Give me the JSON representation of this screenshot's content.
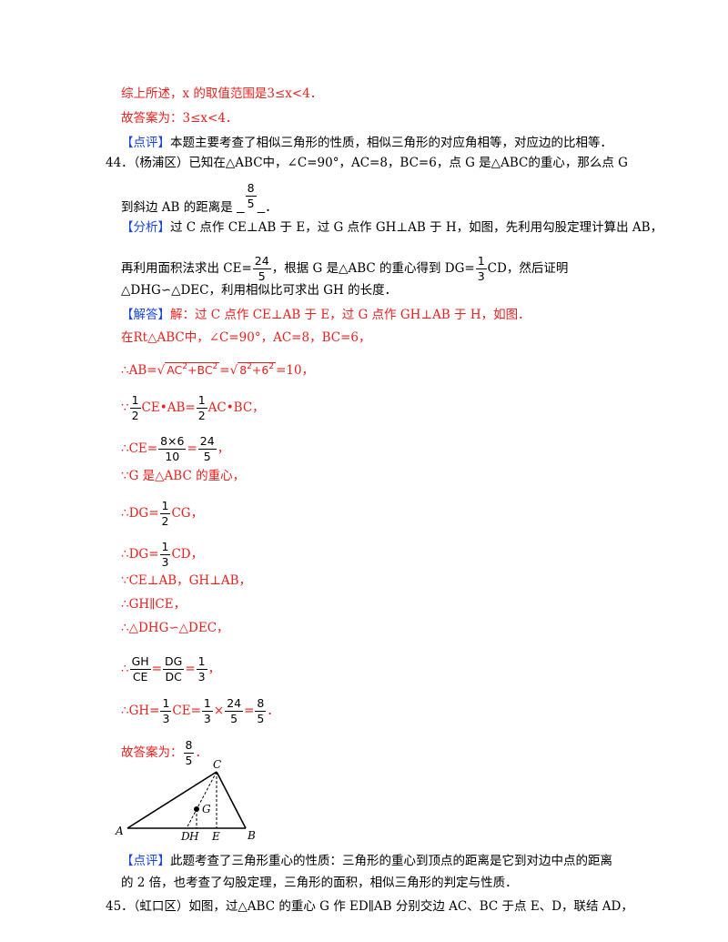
{
  "conclusion": {
    "l1": "综上所述，x 的取值范围是3≤x<4．",
    "l2": "故答案为：3≤x<4．"
  },
  "comment1": {
    "tag": "【点评】",
    "text": "本题主要考查了相似三角形的性质，相似三角形的对应角相等，对应边的比相等．"
  },
  "q44": {
    "line1": "44．（杨浦区）已知在△ABC中，∠C=90°，AC=8，BC=6，点 G 是△ABC的重心，那么点 G",
    "line2_pre": "到斜边 AB 的距离是",
    "answer_num": "8",
    "answer_den": "5",
    "line2_post": "．"
  },
  "analysis": {
    "tag": "【分析】",
    "line1": "过 C 点作 CE⊥AB 于 E，过 G 点作 GH⊥AB 于 H，如图，先利用勾股定理计算出 AB，",
    "line2_a": "再利用面积法求出 CE=",
    "ce_num": "24",
    "ce_den": "5",
    "line2_b": "，根据 G 是△ABC 的重心得到 DG=",
    "dg_num": "1",
    "dg_den": "3",
    "line2_c": "CD，然后证明",
    "line3": "△DHG∽△DEC，利用相似比可求出 GH 的长度．"
  },
  "solution": {
    "tag": "【解答】",
    "line1": "解：过 C 点作 CE⊥AB 于 E，过 G 点作 GH⊥AB 于 H，如图．",
    "line2": "在Rt△ABC中，∠C=90°，AC=8，BC=6，",
    "ab_pre": "∴AB=",
    "ab_rad1": "AC",
    "ab_rad2": "+BC",
    "ab_mid": "=",
    "ab_rad3": "8",
    "ab_rad4": "+6",
    "ab_exp": "2",
    "ab_post": "=10，",
    "area_pre": "∵",
    "half_num": "1",
    "half_den": "2",
    "area_a": "CE•AB=",
    "area_b": "AC•BC，",
    "ce_pre": "∴CE=",
    "ce_num": "8×6",
    "ce_den": "10",
    "ce_eq": "=",
    "ce_rnum": "24",
    "ce_rden": "5",
    "ce_post": "，",
    "centroid": "∵G 是△ABC 的重心，",
    "dg1_pre": "∴DG=",
    "dg1_num": "1",
    "dg1_den": "2",
    "dg1_post": "CG，",
    "dg2_pre": "∴DG=",
    "dg2_num": "1",
    "dg2_den": "3",
    "dg2_post": "CD，",
    "perp": "∵CE⊥AB，GH⊥AB，",
    "parallel": "∴GH∥CE，",
    "similar": "∴△DHG∽△DEC，",
    "ratio_pre": "∴",
    "ratio_n1": "GH",
    "ratio_d1": "CE",
    "ratio_eq1": "=",
    "ratio_n2": "DG",
    "ratio_d2": "DC",
    "ratio_eq2": "=",
    "ratio_n3": "1",
    "ratio_d3": "3",
    "ratio_post": "，",
    "gh_pre": "∴GH=",
    "gh_n1": "1",
    "gh_d1": "3",
    "gh_a": "CE=",
    "gh_n2": "1",
    "gh_d2": "3",
    "gh_times": "×",
    "gh_n3": "24",
    "gh_d3": "5",
    "gh_eq": "=",
    "gh_n4": "8",
    "gh_d4": "5",
    "gh_post": "．",
    "ans_pre": "故答案为：",
    "ans_num": "8",
    "ans_den": "5",
    "ans_post": "．"
  },
  "figure": {
    "labels": {
      "C": "C",
      "G": "G",
      "A": "A",
      "B": "B",
      "D": "D",
      "H": "H",
      "E": "E"
    }
  },
  "comment2": {
    "tag": "【点评】",
    "line1": "此题考查了三角形重心的性质：三角形的重心到顶点的距离是它到对边中点的距离",
    "line2": "的 2 倍，也考查了勾股定理，三角形的面积，相似三角形的判定与性质．"
  },
  "q45": {
    "line1": "45．（虹口区）如图，过△ABC 的重心 G 作 ED∥AB 分别交边 AC、BC 于点 E、D，联结 AD，"
  },
  "colors": {
    "red": "#e8201e",
    "blue": "#1a46d8",
    "black": "#000000"
  }
}
